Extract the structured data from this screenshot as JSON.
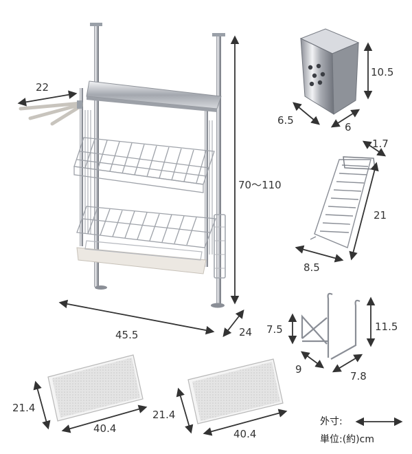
{
  "colors": {
    "dimension_arrow": "#333333",
    "metal": "#b9bcc2",
    "metal_dark": "#7d8189",
    "tray": "#e9e6e1",
    "mat": "#dcdcdc",
    "background": "#ffffff"
  },
  "main_rack": {
    "icon": "pole-rack-icon",
    "dim_towel_bar": "22",
    "dim_height": "70～110",
    "dim_width": "45.5",
    "dim_depth": "24"
  },
  "utensil_holder": {
    "icon": "utensil-holder-icon",
    "dim_height": "10.5",
    "dim_left": "6.5",
    "dim_right": "6"
  },
  "lid_rack": {
    "icon": "lid-rack-icon",
    "dim_top": "1.7",
    "dim_long": "21",
    "dim_bottom": "8.5"
  },
  "hook": {
    "icon": "hook-icon",
    "dim_short": "7.5",
    "dim_tall": "11.5",
    "dim_left": "9",
    "dim_right": "7.8"
  },
  "mats": [
    {
      "icon": "drain-mat-icon",
      "dim_short": "21.4",
      "dim_long": "40.4"
    },
    {
      "icon": "drain-mat-icon",
      "dim_short": "21.4",
      "dim_long": "40.4"
    }
  ],
  "legend": {
    "outer_dims_label": "外寸:",
    "unit_label": "単位:(約)cm"
  }
}
